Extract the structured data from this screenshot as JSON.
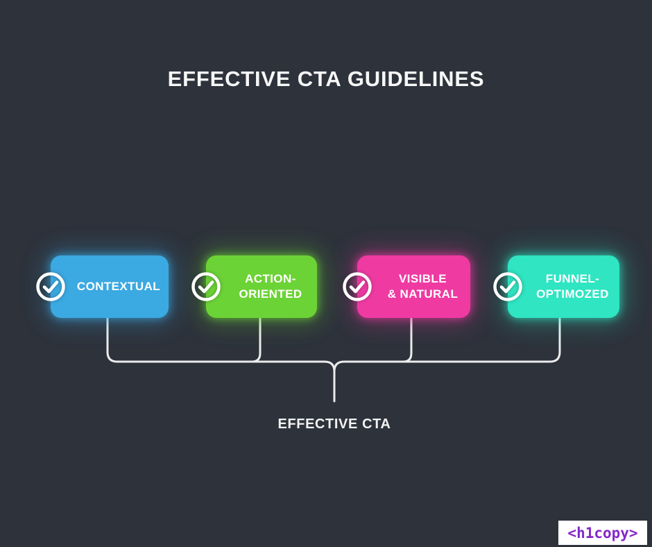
{
  "page": {
    "title": "EFFECTIVE CTA GUIDELINES",
    "background_color": "#2D323B",
    "title_color": "#F7F7F7"
  },
  "boxes": [
    {
      "id": "contextual",
      "line1": "CONTEXTUAL",
      "line2": "",
      "color": "#3BA9E2",
      "icon": "check-circle-icon"
    },
    {
      "id": "action-oriented",
      "line1": "ACTION-",
      "line2": "ORIENTED",
      "color": "#6CD336",
      "icon": "check-circle-icon"
    },
    {
      "id": "visible-natural",
      "line1": "VISIBLE",
      "line2": "& NATURAL",
      "color": "#EF3AA2",
      "icon": "check-circle-icon"
    },
    {
      "id": "funnel-optimized",
      "line1": "FUNNEL-",
      "line2": "OPTIMOZED",
      "color": "#2FE5C2",
      "icon": "check-circle-icon"
    }
  ],
  "connector": {
    "color": "#ECECEC",
    "label": "EFFECTIVE CTA"
  },
  "logo": {
    "text": "<h1copy>",
    "text_color": "#8429C9",
    "background": "#FFFFFF"
  }
}
